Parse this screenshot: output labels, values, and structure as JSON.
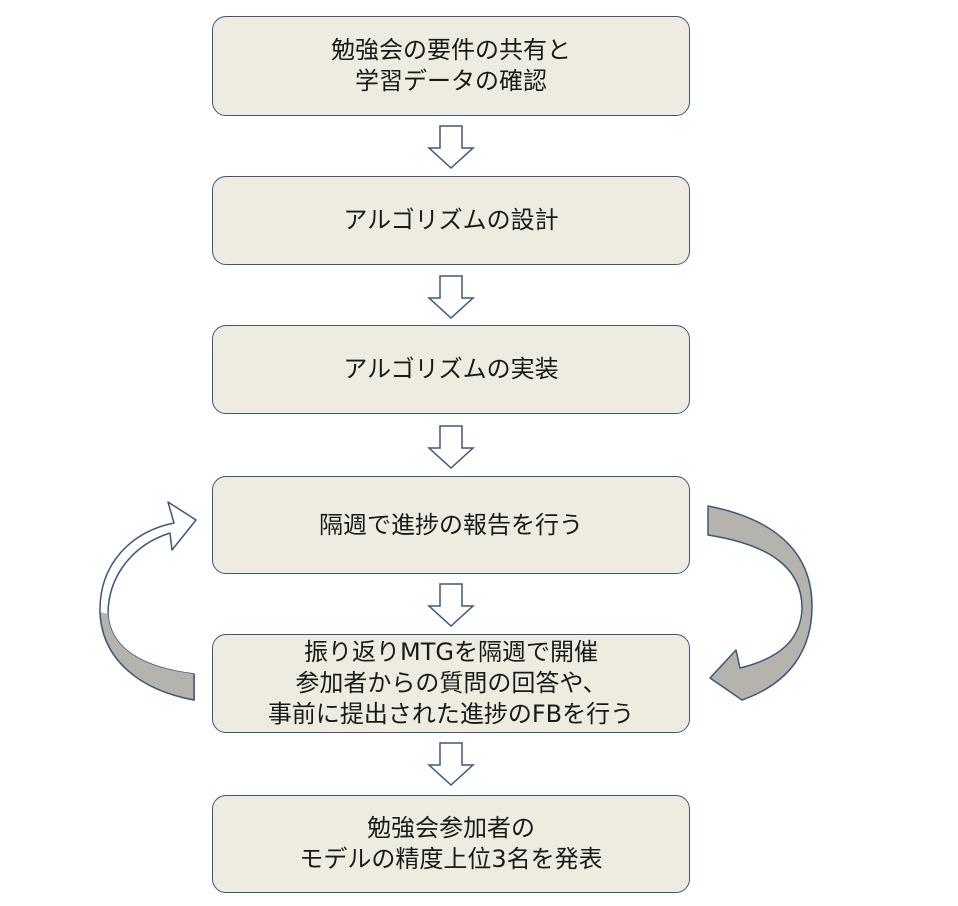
{
  "diagram": {
    "steps": [
      {
        "lines": [
          "勉強会の要件の共有と",
          "学習データの確認"
        ]
      },
      {
        "lines": [
          "アルゴリズムの設計"
        ]
      },
      {
        "lines": [
          "アルゴリズムの実装"
        ]
      },
      {
        "lines": [
          "隔週で進捗の報告を行う"
        ]
      },
      {
        "lines": [
          "振り返りMTGを隔週で開催",
          "参加者からの質問の回答や、",
          "事前に提出された進捗のFBを行う"
        ]
      },
      {
        "lines": [
          "勉強会参加者の",
          "モデルの精度上位3名を発表"
        ]
      }
    ],
    "colors": {
      "box_fill": "#eeece1",
      "box_border": "#3b5680",
      "arrow_fill_light": "#ffffff",
      "arrow_fill_shaded": "#b4b4ac",
      "text": "#1a1a1a"
    }
  }
}
